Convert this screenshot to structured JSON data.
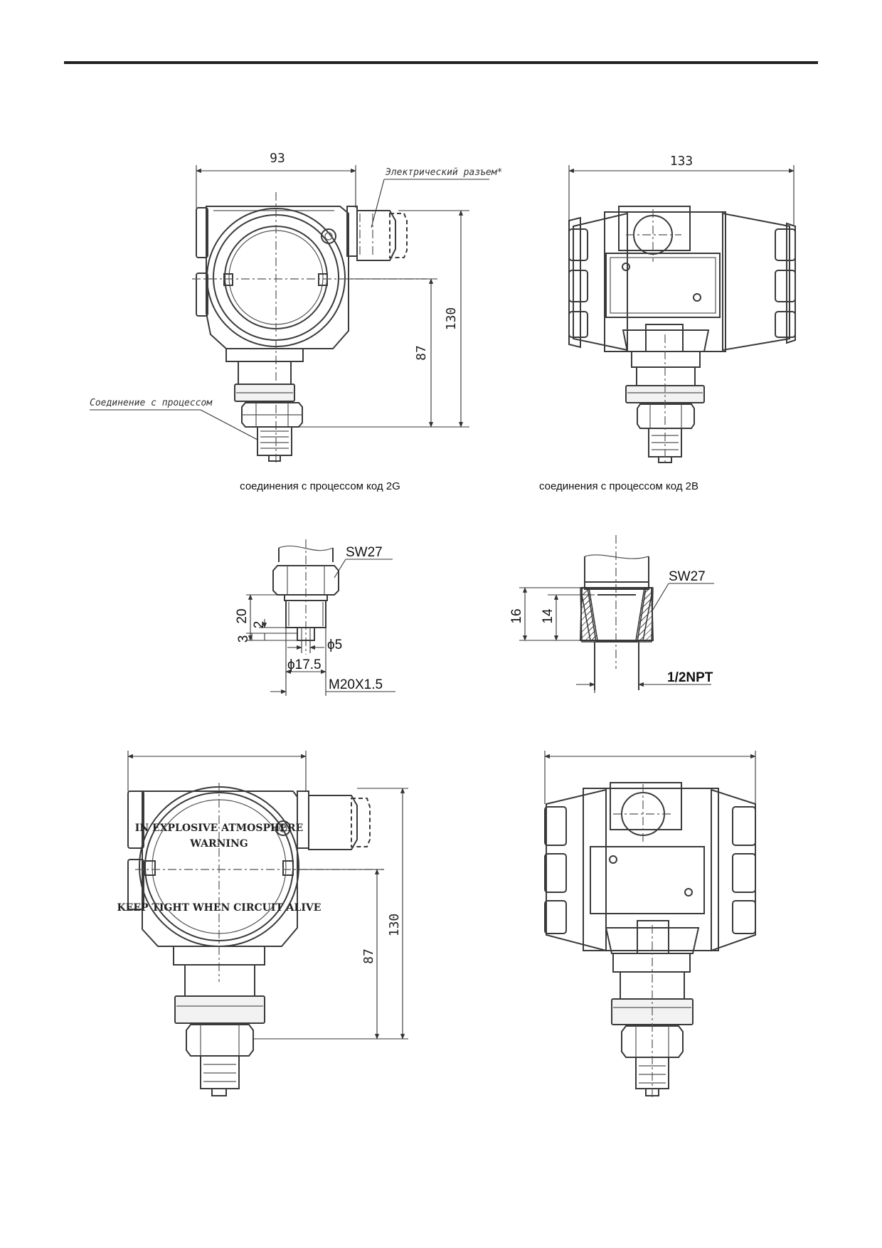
{
  "views": {
    "top_left": {
      "dim_width": "93",
      "dim_height_total": "130",
      "dim_height_center": "87",
      "label_connector": "Электрический разъем*",
      "label_process": "Соединение с процессом"
    },
    "top_right": {
      "dim_width": "133"
    },
    "bottom_left": {
      "dim_height_total": "130",
      "dim_height_center": "87",
      "warning_line1": "IN EXPLOSIVE ATMOSPHERE",
      "warning_line2": "WARNING",
      "warning_line3": "KEEP TIGHT WHEN CIRCUIT ALIVE"
    }
  },
  "captions": {
    "left": "соединения с процессом код 2G",
    "right": "соединения с процессом код 2B"
  },
  "detail_2g": {
    "sw": "SW27",
    "d20": "20",
    "d2": "2",
    "d3": "3",
    "phi5": "ϕ5",
    "phi17": "ϕ17.5",
    "thread": "M20X1.5"
  },
  "detail_2b": {
    "sw": "SW27",
    "d16": "16",
    "d14": "14",
    "thread": "1/2NPT"
  }
}
